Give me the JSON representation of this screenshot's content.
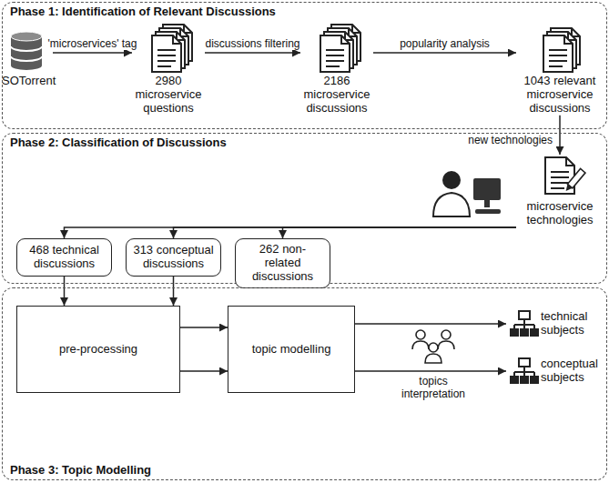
{
  "diagram": {
    "nodes": [
      {
        "text": [
          "Phase 1: Identification of Relevant Discussions"
        ]
      },
      {
        "text": [
          "SOTorrent"
        ],
        "in": 0
      },
      {
        "text": [
          "2980 microservice questions"
        ],
        "in": 0
      },
      {
        "text": [
          "2186 microservice discussions"
        ],
        "in": 0
      },
      {
        "text": [
          "1043 relevant microservice discussions"
        ],
        "in": 0
      },
      {
        "text": [
          "Phase 2: Classification of Discussions"
        ]
      },
      {
        "text": [
          "microservice technologies"
        ],
        "in": 5
      },
      {
        "text": [
          "468 technical discussions"
        ],
        "in": 5
      },
      {
        "text": [
          "313 conceptual discussions"
        ],
        "in": 5
      },
      {
        "text": [
          "262 non-related discussions"
        ],
        "in": 5
      },
      {
        "text": [
          "Phase 3: Topic Modelling"
        ]
      },
      {
        "text": [
          "pre-processing"
        ],
        "in": 10
      },
      {
        "text": [
          "topic modelling"
        ],
        "in": 10
      },
      {
        "text": [
          "technical subjects"
        ],
        "in": 10
      },
      {
        "text": [
          "conceptual subjects"
        ],
        "in": 10
      }
    ],
    "edges": [
      {
        "from": 1,
        "to": 2,
        "label": "'microservices' tag",
        "arrow": "to"
      },
      {
        "from": 2,
        "to": 3,
        "label": "discussions filtering",
        "arrow": "to"
      },
      {
        "from": 3,
        "to": 4,
        "label": "popularity analysis",
        "arrow": "to"
      },
      {
        "from": 4,
        "to": 6,
        "label": "new technologies",
        "arrow": "to"
      },
      {
        "from": 6,
        "to": 7,
        "arrow": "to"
      },
      {
        "from": 6,
        "to": 8,
        "arrow": "to"
      },
      {
        "from": 6,
        "to": 9,
        "arrow": "to"
      },
      {
        "from": 7,
        "to": 11,
        "arrow": "to"
      },
      {
        "from": 8,
        "to": 11,
        "arrow": "to"
      },
      {
        "from": 11,
        "to": 12,
        "arrow": "to"
      },
      {
        "from": 11,
        "to": 12,
        "arrow": "to"
      },
      {
        "from": 12,
        "to": 13,
        "arrow": "to"
      },
      {
        "from": 12,
        "to": 14,
        "arrow": "to"
      }
    ],
    "labels": [
      "topics interpretation"
    ]
  }
}
